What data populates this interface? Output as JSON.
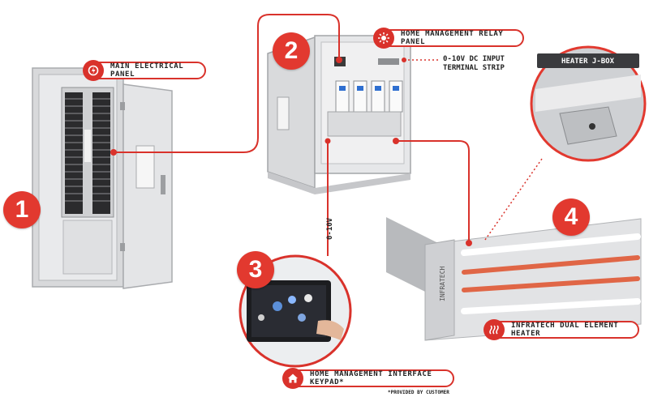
{
  "labels": {
    "main_panel": "MAIN ELECTRICAL PANEL",
    "relay_panel": "HOME MANAGEMENT RELAY PANEL",
    "terminal_strip": "0-10V DC INPUT\nTERMINAL STRIP",
    "heater_jbox": "HEATER J-BOX",
    "heater": "INFRATECH DUAL ELEMENT HEATER",
    "keypad": "HOME MANAGEMENT INTERFACE KEYPAD*",
    "wire_label": "0-10V",
    "footnote": "*PROVIDED BY CUSTOMER",
    "heater_brand": "INFRATECH"
  },
  "steps": [
    "1",
    "2",
    "3",
    "4"
  ],
  "icons": {
    "main_panel": "power-icon",
    "relay_panel": "sun-icon",
    "heater": "heat-waves-icon",
    "keypad": "home-icon"
  },
  "colors": {
    "accent": "#d9322b",
    "wire": "#d9322b"
  }
}
